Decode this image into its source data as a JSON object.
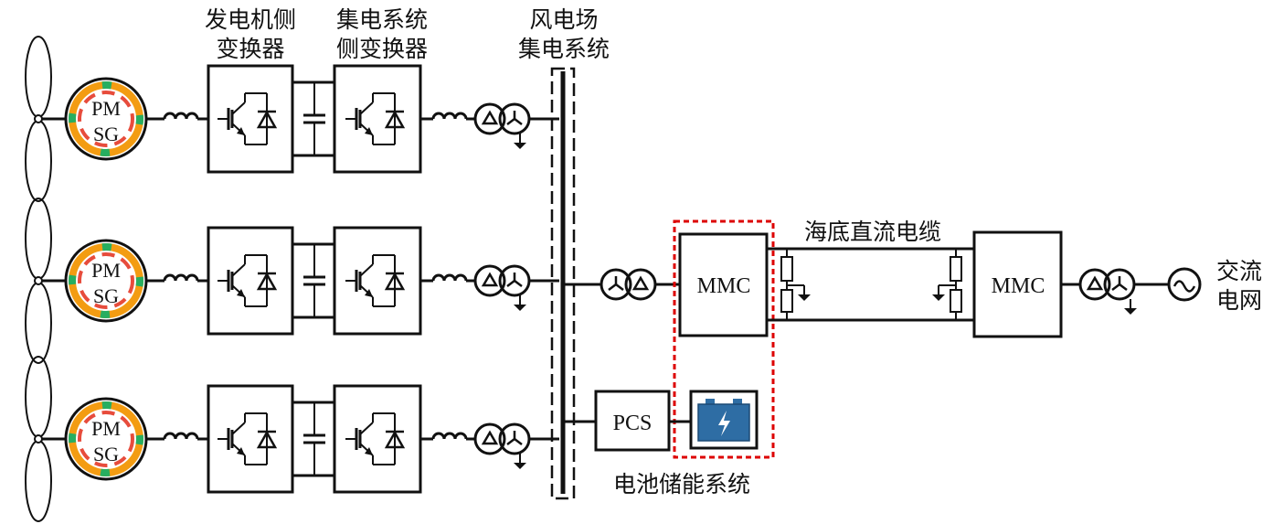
{
  "diagram": {
    "labels": {
      "gen_side_converter_1": "发电机侧",
      "gen_side_converter_2": "变换器",
      "collect_side_converter_1": "集电系统",
      "collect_side_converter_2": "侧变换器",
      "wind_farm_collect_1": "风电场",
      "wind_farm_collect_2": "集电系统",
      "subsea_dc_cable": "海底直流电缆",
      "ac_grid_1": "交流",
      "ac_grid_2": "电网",
      "bess": "电池储能系统",
      "mmc_offshore": "MMC",
      "mmc_onshore": "MMC",
      "pcs": "PCS"
    },
    "turbines": [
      {
        "gen_line1": "PM",
        "gen_line2": "SG"
      },
      {
        "gen_line1": "PM",
        "gen_line2": "SG"
      },
      {
        "gen_line1": "PM",
        "gen_line2": "SG"
      }
    ],
    "colors": {
      "line": "#111111",
      "highlight_box": "#dd0000",
      "rotor_orange": "#f39c12",
      "rotor_red": "#e74c3c",
      "rotor_green": "#27ae60",
      "battery_blue": "#2e6da4"
    },
    "icons": [
      "igbt-icon",
      "diode-icon",
      "capacitor-icon",
      "transformer-icon",
      "ground-icon",
      "battery-icon",
      "ac-source-icon",
      "inductor-icon",
      "resistor-icon"
    ]
  }
}
